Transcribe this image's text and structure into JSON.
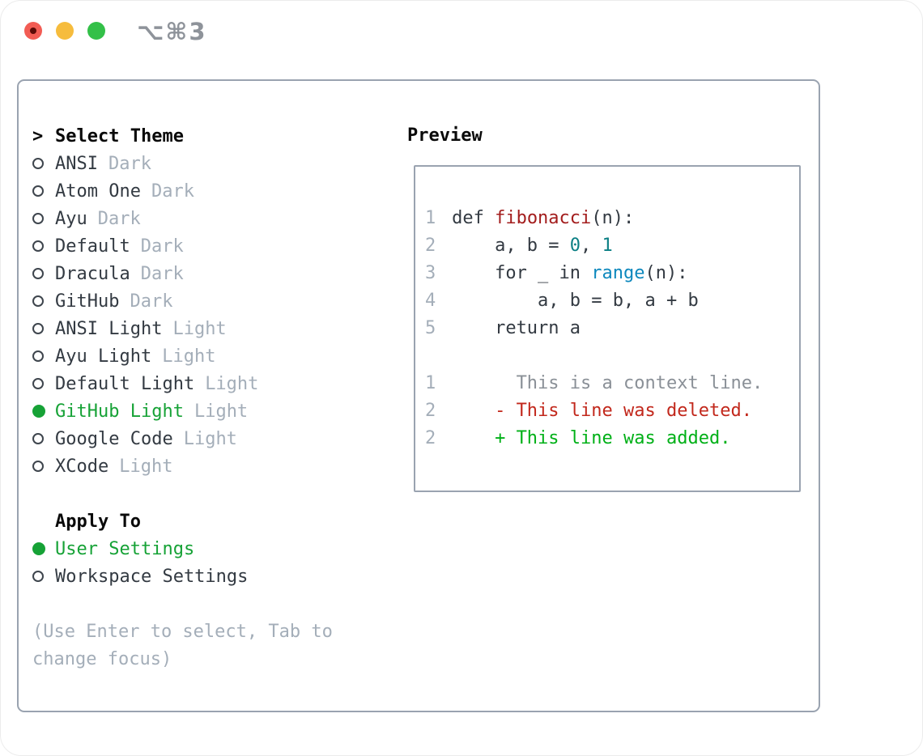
{
  "window": {
    "title": "⌥⌘3"
  },
  "colors": {
    "accent_green": "#16a236",
    "added_green": "#00b017",
    "deleted_red": "#c2281c",
    "function_red": "#a31d1d",
    "number_teal": "#0b7f84",
    "builtin_blue": "#0d88bd",
    "text_dark": "#333a42",
    "muted_gray": "#a4aeb9",
    "border_gray": "#9aa3b0",
    "traffic_red": "#f25c54",
    "traffic_yellow": "#f6bc3d",
    "traffic_green": "#33c048"
  },
  "select_theme": {
    "prompt": ">",
    "header": "Select Theme",
    "themes": [
      {
        "name": "ANSI",
        "tag": "Dark",
        "selected": false
      },
      {
        "name": "Atom One",
        "tag": "Dark",
        "selected": false
      },
      {
        "name": "Ayu",
        "tag": "Dark",
        "selected": false
      },
      {
        "name": "Default",
        "tag": "Dark",
        "selected": false
      },
      {
        "name": "Dracula",
        "tag": "Dark",
        "selected": false
      },
      {
        "name": "GitHub",
        "tag": "Dark",
        "selected": false
      },
      {
        "name": "ANSI Light",
        "tag": "Light",
        "selected": false
      },
      {
        "name": "Ayu Light",
        "tag": "Light",
        "selected": false
      },
      {
        "name": "Default Light",
        "tag": "Light",
        "selected": false
      },
      {
        "name": "GitHub Light",
        "tag": "Light",
        "selected": true
      },
      {
        "name": "Google Code",
        "tag": "Light",
        "selected": false
      },
      {
        "name": "XCode",
        "tag": "Light",
        "selected": false
      }
    ]
  },
  "apply_to": {
    "header": "Apply To",
    "options": [
      {
        "name": "User Settings",
        "selected": true
      },
      {
        "name": "Workspace Settings",
        "selected": false
      }
    ]
  },
  "hint_lines": [
    "(Use Enter to select, Tab to",
    "change focus)"
  ],
  "preview": {
    "header": "Preview",
    "lines": [
      {
        "num": "1",
        "parts": [
          {
            "t": "def ",
            "c": "plain"
          },
          {
            "t": "fibonacci",
            "c": "fn"
          },
          {
            "t": "(n):",
            "c": "plain"
          }
        ]
      },
      {
        "num": "2",
        "parts": [
          {
            "t": "    a, b = ",
            "c": "plain"
          },
          {
            "t": "0",
            "c": "num"
          },
          {
            "t": ", ",
            "c": "plain"
          },
          {
            "t": "1",
            "c": "num"
          }
        ]
      },
      {
        "num": "3",
        "parts": [
          {
            "t": "    for _ in ",
            "c": "plain"
          },
          {
            "t": "range",
            "c": "builtin"
          },
          {
            "t": "(n):",
            "c": "plain"
          }
        ]
      },
      {
        "num": "4",
        "parts": [
          {
            "t": "        a, b = b, a + b",
            "c": "plain"
          }
        ]
      },
      {
        "num": "5",
        "parts": [
          {
            "t": "    return a",
            "c": "plain"
          }
        ]
      },
      {
        "num": "",
        "parts": []
      },
      {
        "num": "1",
        "parts": [
          {
            "t": "      This is a context line.",
            "c": "ctx"
          }
        ]
      },
      {
        "num": "2",
        "parts": [
          {
            "t": "    - This line was deleted.",
            "c": "del"
          }
        ]
      },
      {
        "num": "2",
        "parts": [
          {
            "t": "    + This line was added.",
            "c": "add"
          }
        ]
      }
    ]
  }
}
